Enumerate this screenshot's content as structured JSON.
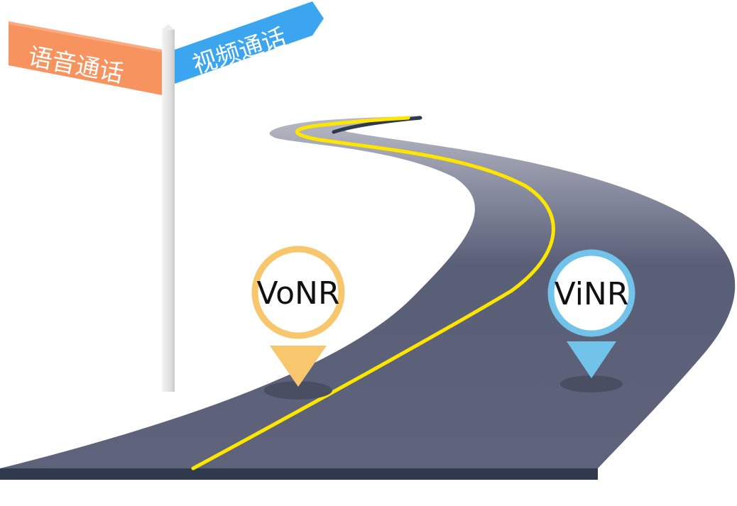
{
  "signpost": {
    "left_sign": {
      "label": "语音通话",
      "color": "#F7935E"
    },
    "right_sign": {
      "label": "视频通话",
      "color": "#3BA5EF"
    },
    "pole_color": "#E3E3E3"
  },
  "road": {
    "surface_color": "#5A5F78",
    "far_color": "#A6A8B6",
    "center_line_color": "#FFE600",
    "base_color": "#2F3A4E"
  },
  "markers": [
    {
      "label": "VoNR",
      "ring_color": "#F8C66C",
      "pointer_color": "#F8C66C"
    },
    {
      "label": "ViNR",
      "ring_color": "#72C3EA",
      "pointer_color": "#72C3EA"
    }
  ]
}
